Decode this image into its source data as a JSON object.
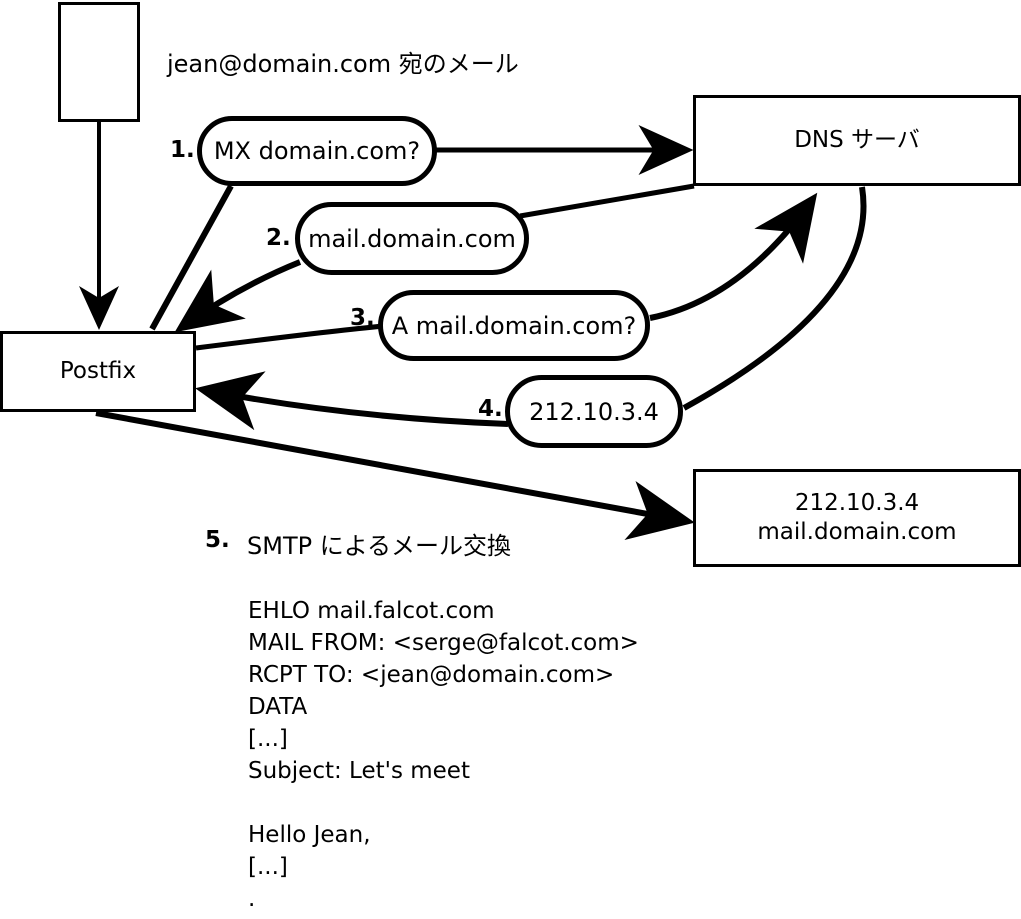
{
  "diagram": {
    "title_note": "jean@domain.com 宛のメール",
    "nodes": {
      "sender_box": {
        "label": ""
      },
      "postfix_box": {
        "label": "Postfix"
      },
      "dns_box": {
        "label": "DNS サーバ"
      },
      "mail_box": {
        "line1": "212.10.3.4",
        "line2": "mail.domain.com"
      }
    },
    "steps": [
      {
        "num": "1.",
        "label": "MX domain.com?"
      },
      {
        "num": "2.",
        "label": "mail.domain.com"
      },
      {
        "num": "3.",
        "label": "A mail.domain.com?"
      },
      {
        "num": "4.",
        "label": "212.10.3.4"
      },
      {
        "num": "5.",
        "label": "SMTP によるメール交換"
      }
    ],
    "smtp_transcript": [
      "EHLO mail.falcot.com",
      "MAIL FROM: <serge@falcot.com>",
      "RCPT TO: <jean@domain.com>",
      "DATA",
      "[...]",
      "Subject: Let's meet",
      "",
      "Hello Jean,",
      "[...]",
      "."
    ],
    "colors": {
      "stroke": "#000000",
      "fill": "#ffffff"
    }
  }
}
